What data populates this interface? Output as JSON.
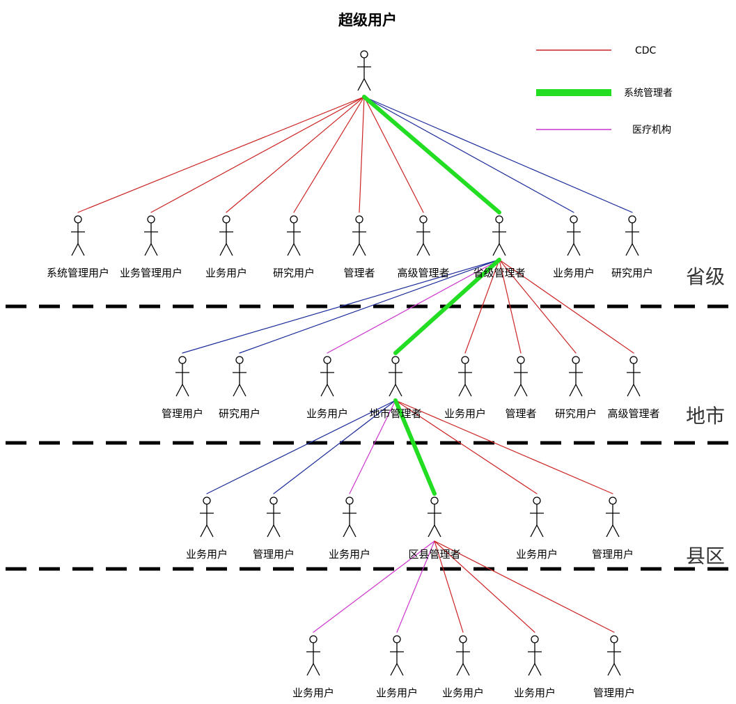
{
  "title": "超级用户",
  "colors": {
    "cdc": "#cc2222",
    "system_admin": "#22dd22",
    "medical": "#cc33cc",
    "other": "#1a2a99"
  },
  "legend": [
    {
      "key": "cdc",
      "label": "CDC",
      "color": "#cc2222"
    },
    {
      "key": "system_admin",
      "label": "系统管理者",
      "color": "#22dd22"
    },
    {
      "key": "medical",
      "label": "医疗机构",
      "color": "#cc33cc"
    }
  ],
  "levels": [
    {
      "id": "province",
      "label": "省级"
    },
    {
      "id": "city",
      "label": "地市"
    },
    {
      "id": "county",
      "label": "县区"
    }
  ],
  "actors": [
    {
      "id": "root",
      "label": ""
    },
    {
      "id": "p1",
      "label": "系统管理用户"
    },
    {
      "id": "p2",
      "label": "业务管理用户"
    },
    {
      "id": "p3",
      "label": "业务用户"
    },
    {
      "id": "p4",
      "label": "研究用户"
    },
    {
      "id": "p5",
      "label": "管理者"
    },
    {
      "id": "p6",
      "label": "高级管理者"
    },
    {
      "id": "p7",
      "label": "省级管理者"
    },
    {
      "id": "p8",
      "label": "业务用户"
    },
    {
      "id": "p9",
      "label": "研究用户"
    },
    {
      "id": "c1",
      "label": "管理用户"
    },
    {
      "id": "c2",
      "label": "研究用户"
    },
    {
      "id": "c3",
      "label": "业务用户"
    },
    {
      "id": "c4",
      "label": "地市管理者"
    },
    {
      "id": "c5",
      "label": "业务用户"
    },
    {
      "id": "c6",
      "label": "管理者"
    },
    {
      "id": "c7",
      "label": "研究用户"
    },
    {
      "id": "c8",
      "label": "高级管理者"
    },
    {
      "id": "d1",
      "label": "业务用户"
    },
    {
      "id": "d2",
      "label": "管理用户"
    },
    {
      "id": "d3",
      "label": "业务用户"
    },
    {
      "id": "d4",
      "label": "区县管理者"
    },
    {
      "id": "d5",
      "label": "业务用户"
    },
    {
      "id": "d6",
      "label": "管理用户"
    },
    {
      "id": "e1",
      "label": "业务用户"
    },
    {
      "id": "e2",
      "label": "业务用户"
    },
    {
      "id": "e3",
      "label": "业务用户"
    },
    {
      "id": "e4",
      "label": "业务用户"
    },
    {
      "id": "e5",
      "label": "管理用户"
    }
  ],
  "links": [
    {
      "from": "root",
      "to": "p1",
      "type": "cdc"
    },
    {
      "from": "root",
      "to": "p2",
      "type": "cdc"
    },
    {
      "from": "root",
      "to": "p3",
      "type": "cdc"
    },
    {
      "from": "root",
      "to": "p4",
      "type": "cdc"
    },
    {
      "from": "root",
      "to": "p5",
      "type": "cdc"
    },
    {
      "from": "root",
      "to": "p6",
      "type": "cdc"
    },
    {
      "from": "root",
      "to": "p7",
      "type": "system_admin"
    },
    {
      "from": "root",
      "to": "p8",
      "type": "other"
    },
    {
      "from": "root",
      "to": "p9",
      "type": "other"
    },
    {
      "from": "p7",
      "to": "c1",
      "type": "other"
    },
    {
      "from": "p7",
      "to": "c2",
      "type": "other"
    },
    {
      "from": "p7",
      "to": "c3",
      "type": "medical"
    },
    {
      "from": "p7",
      "to": "c4",
      "type": "system_admin"
    },
    {
      "from": "p7",
      "to": "c5",
      "type": "cdc"
    },
    {
      "from": "p7",
      "to": "c6",
      "type": "cdc"
    },
    {
      "from": "p7",
      "to": "c7",
      "type": "cdc"
    },
    {
      "from": "p7",
      "to": "c8",
      "type": "cdc"
    },
    {
      "from": "c4",
      "to": "d1",
      "type": "other"
    },
    {
      "from": "c4",
      "to": "d2",
      "type": "other"
    },
    {
      "from": "c4",
      "to": "d3",
      "type": "medical"
    },
    {
      "from": "c4",
      "to": "d4",
      "type": "system_admin"
    },
    {
      "from": "c4",
      "to": "d5",
      "type": "cdc"
    },
    {
      "from": "c4",
      "to": "d6",
      "type": "cdc"
    },
    {
      "from": "d4",
      "to": "e1",
      "type": "medical"
    },
    {
      "from": "d4",
      "to": "e2",
      "type": "medical"
    },
    {
      "from": "d4",
      "to": "e3",
      "type": "cdc"
    },
    {
      "from": "d4",
      "to": "e4",
      "type": "cdc"
    },
    {
      "from": "d4",
      "to": "e5",
      "type": "cdc"
    }
  ]
}
